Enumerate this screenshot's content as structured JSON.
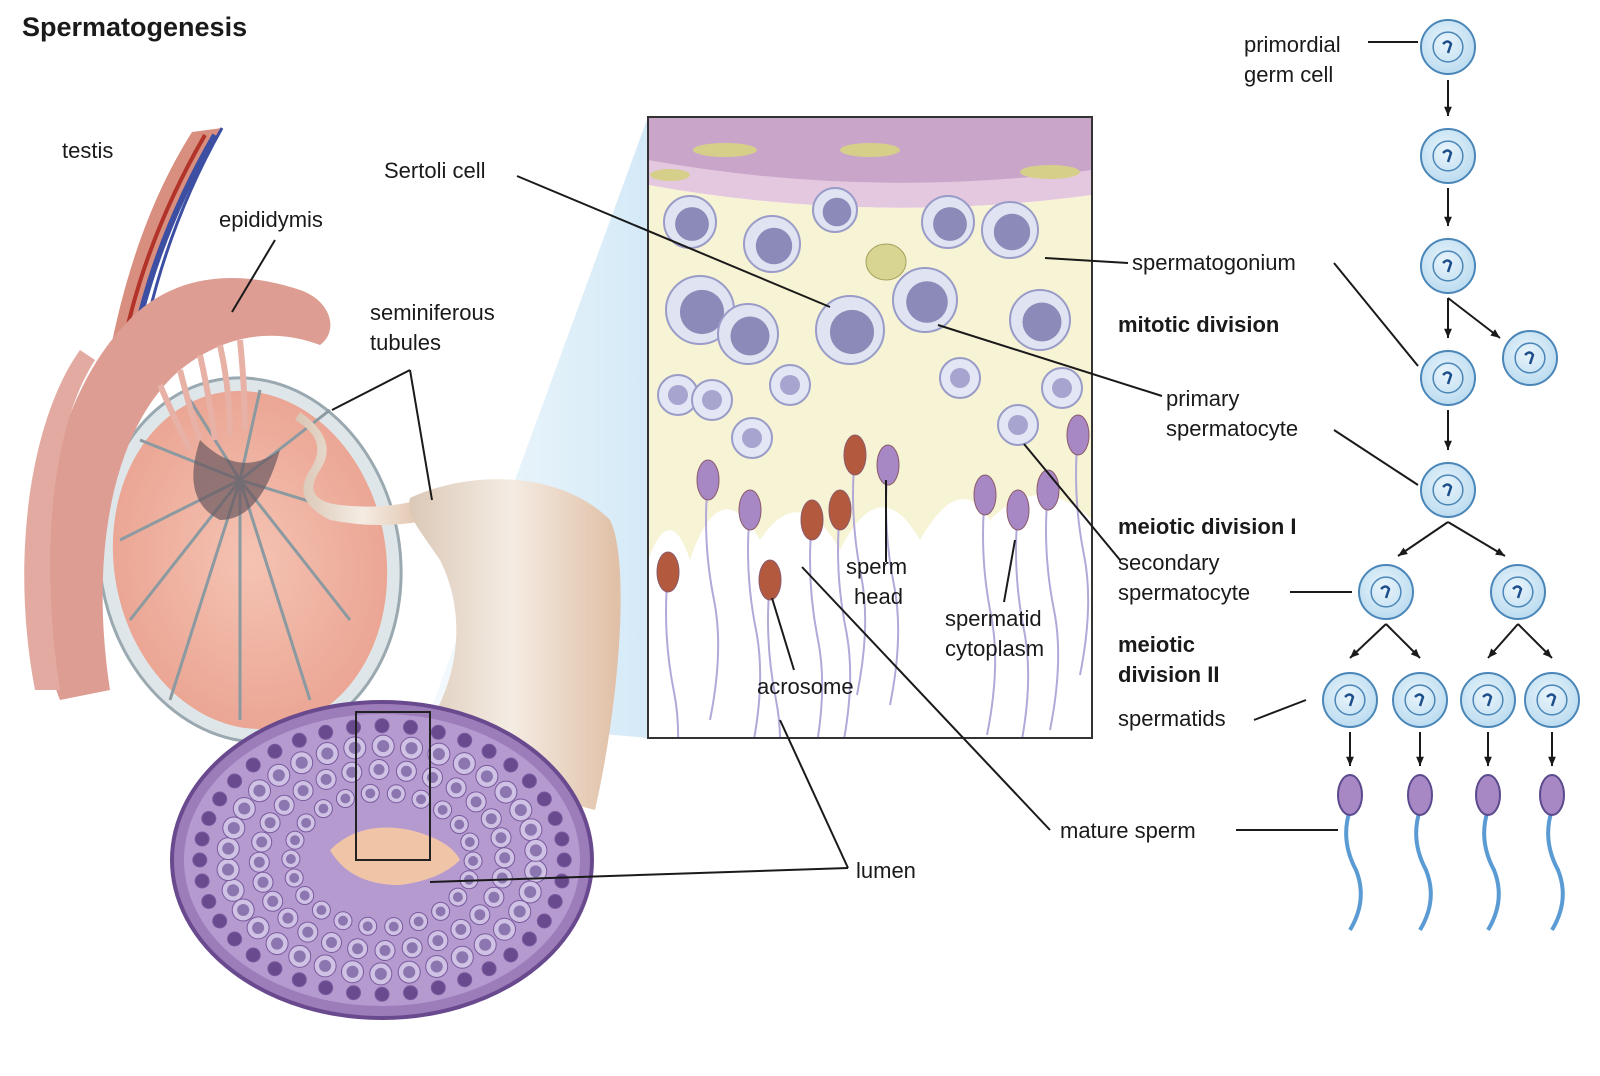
{
  "title": "Spermatogenesis",
  "labels": {
    "testis": "testis",
    "epididymis": "epididymis",
    "seminiferous_1": "seminiferous",
    "seminiferous_2": "tubules",
    "sertoli": "Sertoli cell",
    "spermatogonium": "spermatogonium",
    "mitotic": "mitotic division",
    "primary_1": "primary",
    "primary_2": "spermatocyte",
    "meiotic_1": "meiotic division I",
    "secondary_1": "secondary",
    "secondary_2": "spermatocyte",
    "meiotic_2a": "meiotic",
    "meiotic_2b": "division II",
    "spermatids": "spermatids",
    "sperm_head_1": "sperm",
    "sperm_head_2": "head",
    "spermatid_cyto_1": "spermatid",
    "spermatid_cyto_2": "cytoplasm",
    "acrosome": "acrosome",
    "mature_sperm": "mature sperm",
    "lumen": "lumen",
    "primordial_1": "primordial",
    "primordial_2": "germ cell"
  },
  "colors": {
    "testis_tissue": "#f0b2a0",
    "epididymis": "#dd9d92",
    "tubule_purple": "#a989c2",
    "tubule_dark": "#6a4a8e",
    "cell_fill": "#cde6f5",
    "cell_stroke": "#4a86b8",
    "nucleus": "#8c8ab8",
    "cytoplasm_bg": "#f7f3d5",
    "sperm_blue": "#5b9bd4",
    "sperm_head": "#a888c4"
  }
}
